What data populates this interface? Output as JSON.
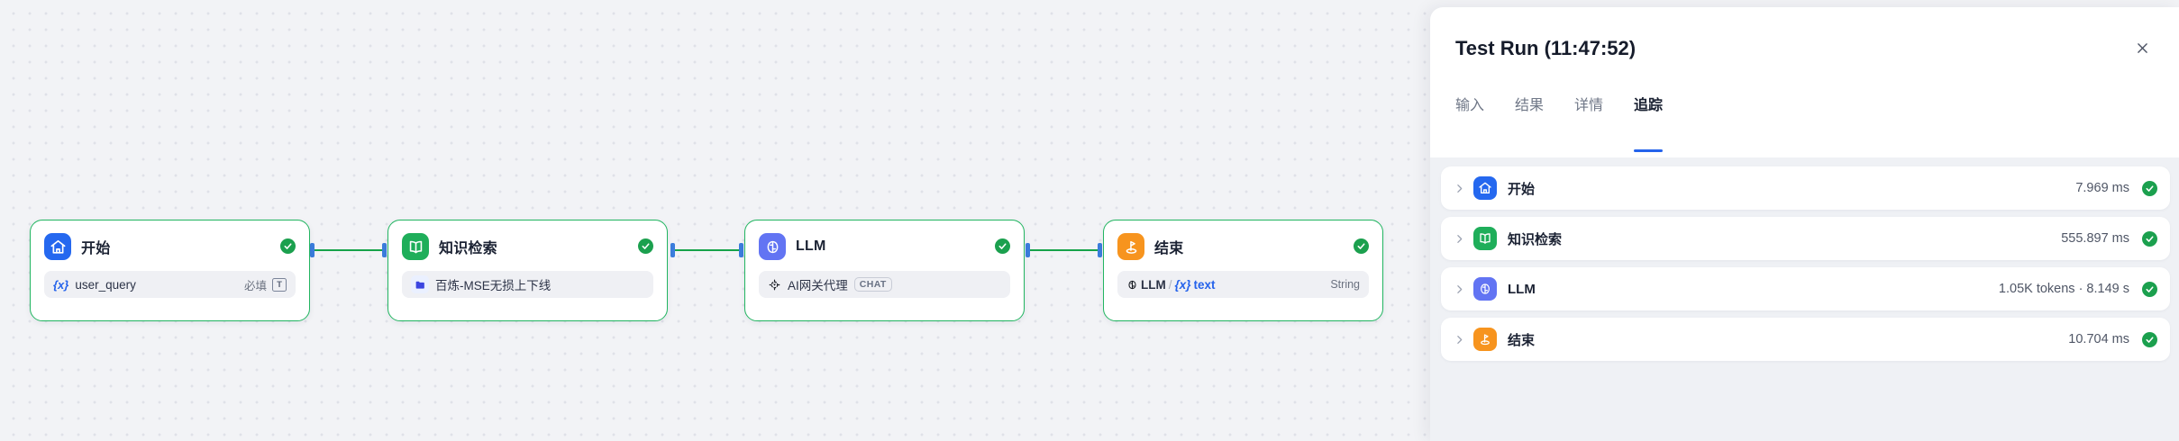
{
  "canvas": {
    "nodes": [
      {
        "id": "start",
        "title": "开始",
        "icon": "home-icon",
        "icon_color": "#2568ef",
        "status": "success",
        "field": {
          "kind": "variable",
          "token": "{x}",
          "name": "user_query",
          "right_label": "必填",
          "right_icon": "text-type-icon",
          "right_icon_glyph": "T"
        }
      },
      {
        "id": "knowledge",
        "title": "知识检索",
        "icon": "book-icon",
        "icon_color": "#1fae5a",
        "status": "success",
        "field": {
          "kind": "knowledge",
          "chip_icon": "folder-icon",
          "name": "百炼-MSE无损上下线"
        }
      },
      {
        "id": "llm",
        "title": "LLM",
        "icon": "brain-icon",
        "icon_color": "#6274f3",
        "status": "success",
        "field": {
          "kind": "model",
          "chip_icon": "agent-icon",
          "name": "AI网关代理",
          "badge": "CHAT"
        }
      },
      {
        "id": "end",
        "title": "结束",
        "icon": "flag-icon",
        "icon_color": "#f7941e",
        "status": "success",
        "field": {
          "kind": "output",
          "ref_icon": "brain-small-icon",
          "ref_source": "LLM",
          "ref_sep": "/",
          "ref_token": "{x}",
          "ref_name": "text",
          "right_label": "String"
        }
      }
    ]
  },
  "panel": {
    "title": "Test Run (11:47:52)",
    "close_icon": "close-icon",
    "tabs": [
      {
        "label": "输入",
        "active": false
      },
      {
        "label": "结果",
        "active": false
      },
      {
        "label": "详情",
        "active": false
      },
      {
        "label": "追踪",
        "active": true
      }
    ],
    "accent_color": "#2563eb",
    "trace_rows": [
      {
        "chevron": "chevron-right-icon",
        "icon": "home-icon",
        "icon_color": "#2568ef",
        "label": "开始",
        "meta": "7.969 ms",
        "status": "success"
      },
      {
        "chevron": "chevron-right-icon",
        "icon": "book-icon",
        "icon_color": "#1fae5a",
        "label": "知识检索",
        "meta": "555.897 ms",
        "status": "success"
      },
      {
        "chevron": "chevron-right-icon",
        "icon": "brain-icon",
        "icon_color": "#6274f3",
        "label": "LLM",
        "meta": "1.05K tokens · 8.149 s",
        "status": "success"
      },
      {
        "chevron": "chevron-right-icon",
        "icon": "flag-icon",
        "icon_color": "#f7941e",
        "label": "结束",
        "meta": "10.704 ms",
        "status": "success"
      }
    ]
  },
  "colors": {
    "edge": "#17a34a",
    "node_border": "#22b561",
    "status_green": "#1ba04e",
    "port_blue": "#3b7ddd",
    "canvas_bg": "#f2f3f6"
  }
}
